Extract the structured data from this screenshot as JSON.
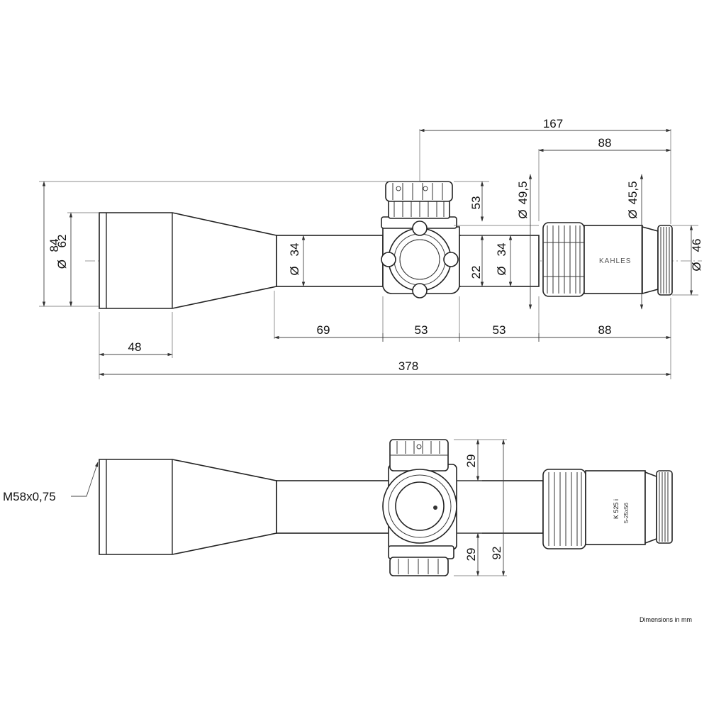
{
  "side_view": {
    "dimensions": {
      "overall_height": "84",
      "objective_diameter": "62",
      "tube_diameter_front": "34",
      "tube_diameter_rear": "34",
      "turret_height": "53",
      "center_to_parallax": "22",
      "eyepiece_diameter": "49,5",
      "ocular_diameter": "45,5",
      "eyepiece_end_diameter": "46",
      "objective_length": "48",
      "front_tube_length": "69",
      "turret_section_length": "53",
      "rear_tube_length": "53",
      "eyepiece_length": "88",
      "eyepiece_length_top": "88",
      "rear_length": "167",
      "overall_length": "378"
    },
    "brand_label": "KAHLES"
  },
  "top_view": {
    "thread_spec": "M58x0,75",
    "dimensions": {
      "turret_top": "29",
      "turret_bottom": "29",
      "turret_width": "92"
    },
    "model_label": "K 525 i",
    "zoom_label": "5-25x56"
  },
  "note": "Dimensions in mm",
  "diameter_symbol": "Ø"
}
